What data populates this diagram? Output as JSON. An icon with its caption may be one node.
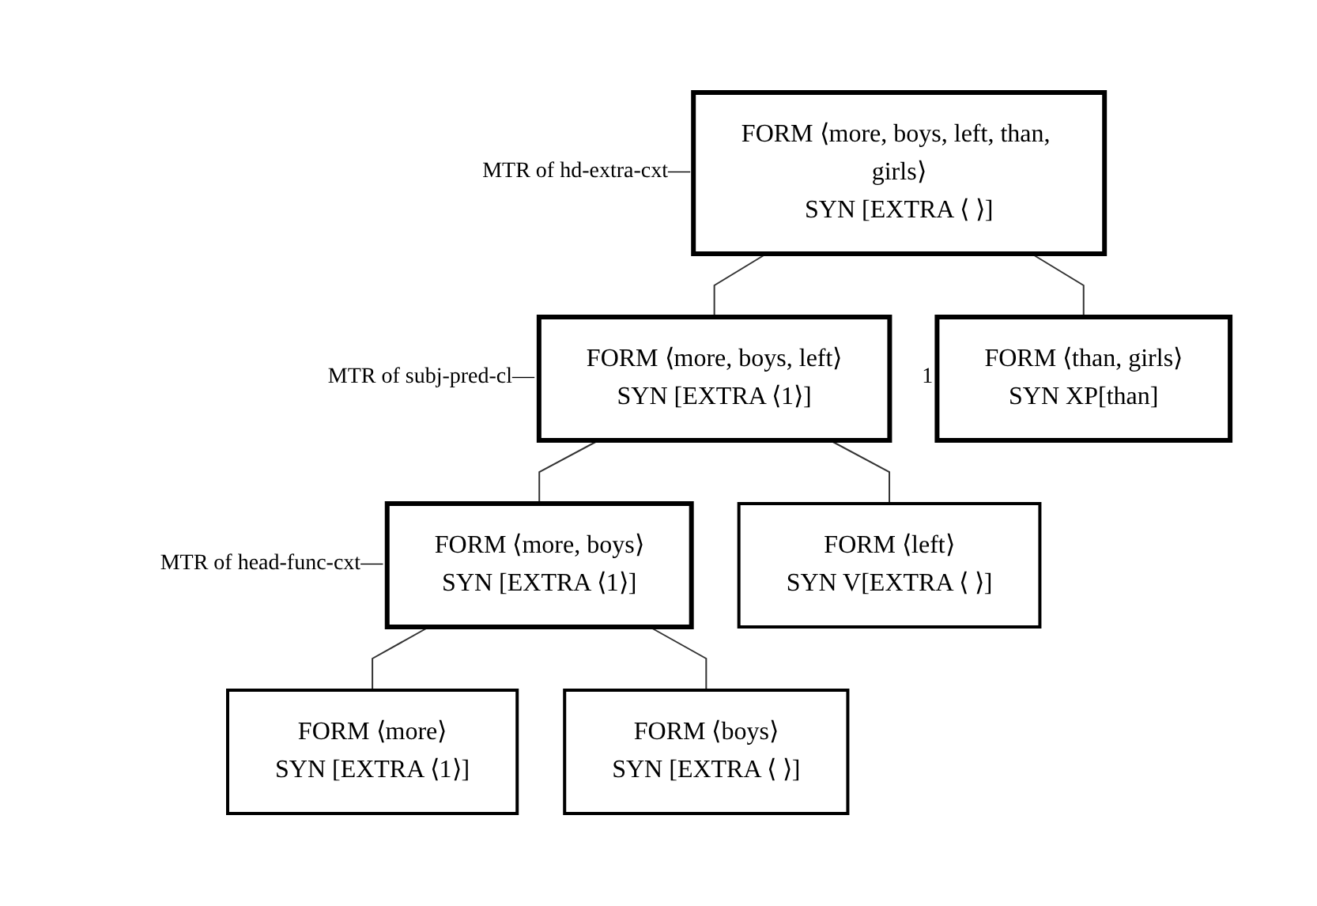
{
  "diagram": {
    "nodes": [
      {
        "text": [
          "FORM ⟨more, boys, left, than, girls⟩",
          "SYN [EXTRA ⟨ ⟩]"
        ],
        "beside": [
          "MTR of hd-extra-cxt—"
        ]
      },
      {
        "text": [
          "FORM ⟨more, boys, left⟩",
          "SYN [EXTRA ⟨1⟩]"
        ],
        "beside": [
          "MTR of subj-pred-cl—"
        ]
      },
      {
        "text": [
          "FORM ⟨than, girls⟩",
          "SYN XP[than]"
        ],
        "beside": [
          "1"
        ]
      },
      {
        "text": [
          "FORM ⟨more, boys⟩",
          "SYN [EXTRA ⟨1⟩]"
        ],
        "beside": [
          "MTR of head-func-cxt—"
        ]
      },
      {
        "text": [
          "FORM ⟨left⟩",
          "SYN V[EXTRA ⟨ ⟩]"
        ]
      },
      {
        "text": [
          "FORM ⟨more⟩",
          "SYN [EXTRA ⟨1⟩]"
        ]
      },
      {
        "text": [
          "FORM ⟨boys⟩",
          "SYN [EXTRA ⟨ ⟩]"
        ]
      }
    ],
    "edges": [
      {
        "from": 0,
        "to": 1,
        "arrow": "none"
      },
      {
        "from": 0,
        "to": 2,
        "arrow": "none"
      },
      {
        "from": 1,
        "to": 3,
        "arrow": "none"
      },
      {
        "from": 1,
        "to": 4,
        "arrow": "none"
      },
      {
        "from": 3,
        "to": 5,
        "arrow": "none"
      },
      {
        "from": 3,
        "to": 6,
        "arrow": "none"
      }
    ]
  }
}
